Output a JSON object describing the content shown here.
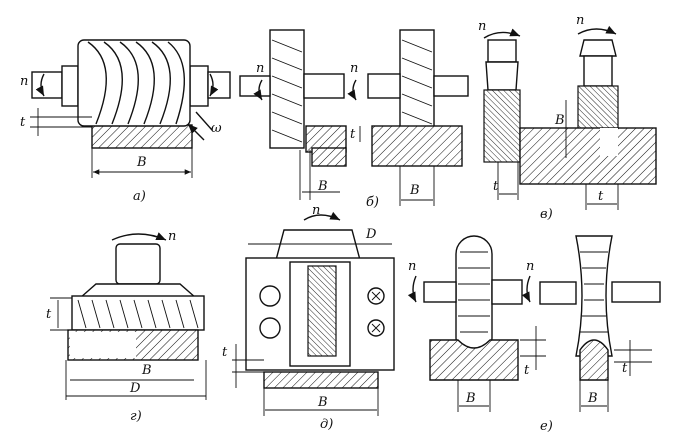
{
  "figure": {
    "panels": [
      {
        "id": "a",
        "caption": "а)",
        "labels": {
          "n": "n",
          "t": "t",
          "B": "B",
          "omega": "ω"
        }
      },
      {
        "id": "b",
        "caption": "б)",
        "labels": {
          "n1": "n",
          "n2": "n",
          "t": "t",
          "B1": "B",
          "B2": "B"
        }
      },
      {
        "id": "v",
        "caption": "в)",
        "labels": {
          "n1": "n",
          "n2": "n",
          "B": "B",
          "t1": "t",
          "t2": "t"
        }
      },
      {
        "id": "g",
        "caption": "г)",
        "labels": {
          "n": "n",
          "t": "t",
          "B": "B",
          "D": "D"
        }
      },
      {
        "id": "d",
        "caption": "д)",
        "labels": {
          "n": "n",
          "D": "D",
          "t": "t",
          "B": "B"
        }
      },
      {
        "id": "e",
        "caption": "е)",
        "labels": {
          "n1": "n",
          "n2": "n",
          "t1": "t",
          "t2": "t",
          "B1": "B",
          "B2": "B"
        }
      }
    ]
  }
}
